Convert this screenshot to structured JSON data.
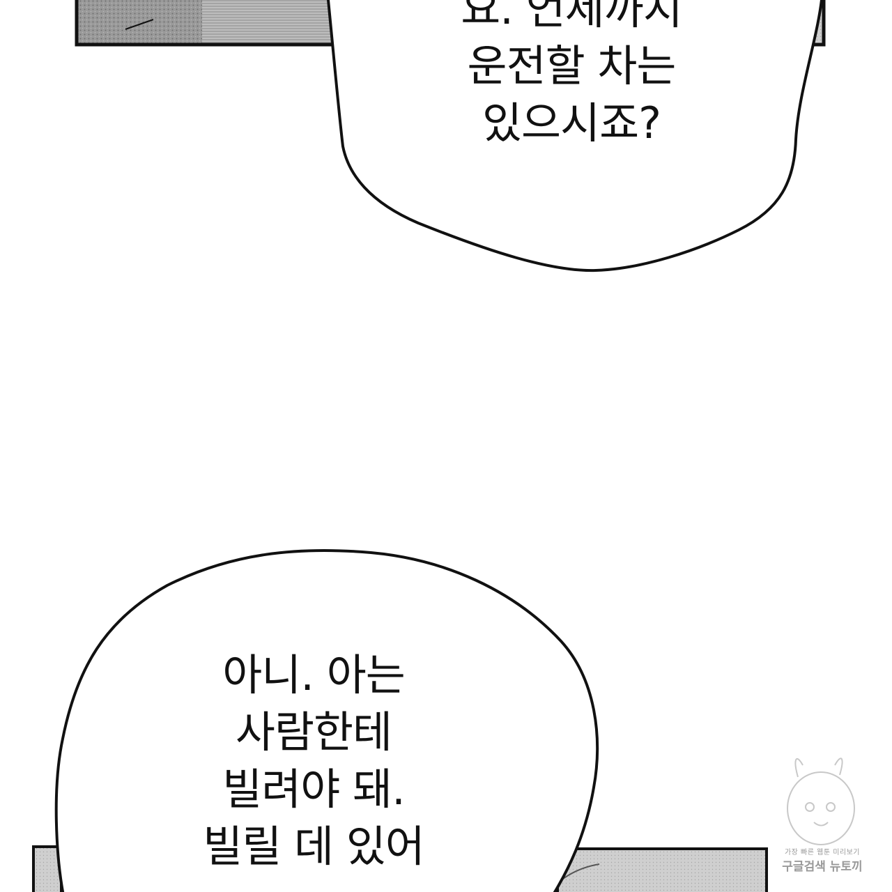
{
  "top_bubble": {
    "lines": [
      "요. 언제까지",
      "운전할 차는",
      "있으시죠?"
    ]
  },
  "bottom_bubble": {
    "lines": [
      "아니. 아는",
      "사람한테",
      "빌려야 돼.",
      "빌릴 데 있어"
    ]
  },
  "watermark": {
    "tagline": "가장 빠른 웹툰 미리보기",
    "brand": "구글검색 뉴토끼"
  },
  "colors": {
    "ink": "#111111",
    "paper": "#ffffff",
    "screentone": "#8c8c8c",
    "watermark": "#9a9a9a"
  }
}
